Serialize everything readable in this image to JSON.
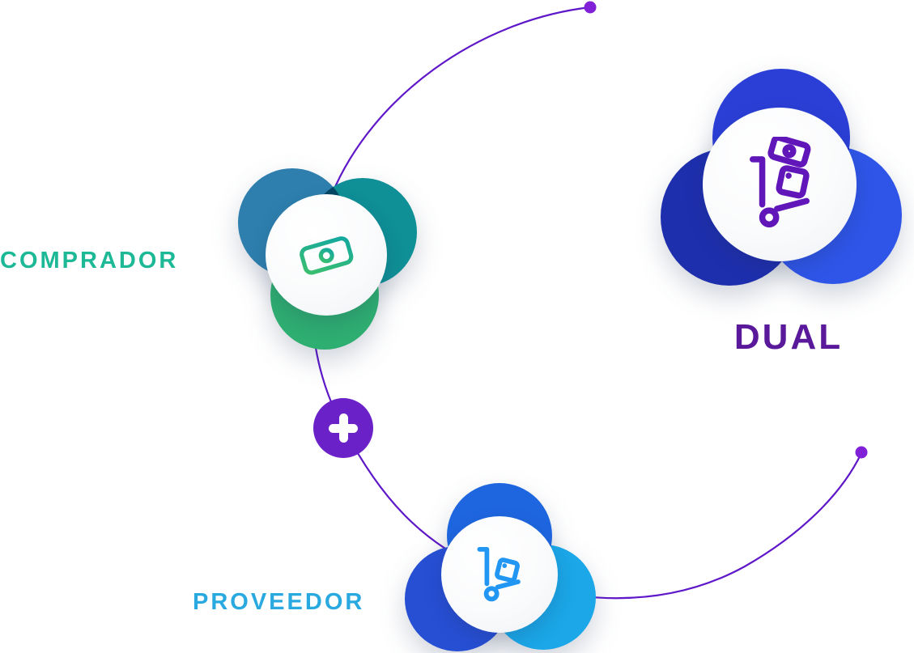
{
  "diagram": {
    "nodes": {
      "comprador": {
        "label": "COMPRADOR",
        "accent": "#1db896",
        "icon": "banknote-icon"
      },
      "dual": {
        "label": "DUAL",
        "accent": "#5a189a",
        "icon": "handtruck-banknote-icon"
      },
      "proveedor": {
        "label": "PROVEEDOR",
        "accent": "#2aa9e0",
        "icon": "handtruck-icon"
      }
    },
    "connector": {
      "icon": "plus-icon",
      "plus_circle_color": "#6b21c8",
      "line_color": "#5e17c9",
      "dot_color": "#8021d8"
    },
    "petal_colors": {
      "comprador": [
        "#2e7fae",
        "#0f8f96",
        "#2fae72"
      ],
      "dual": [
        "#2b3fd6",
        "#1e2fae",
        "#2f55e8"
      ],
      "proveedor": [
        "#1e66e0",
        "#274fd4",
        "#1ba7e8"
      ]
    }
  }
}
